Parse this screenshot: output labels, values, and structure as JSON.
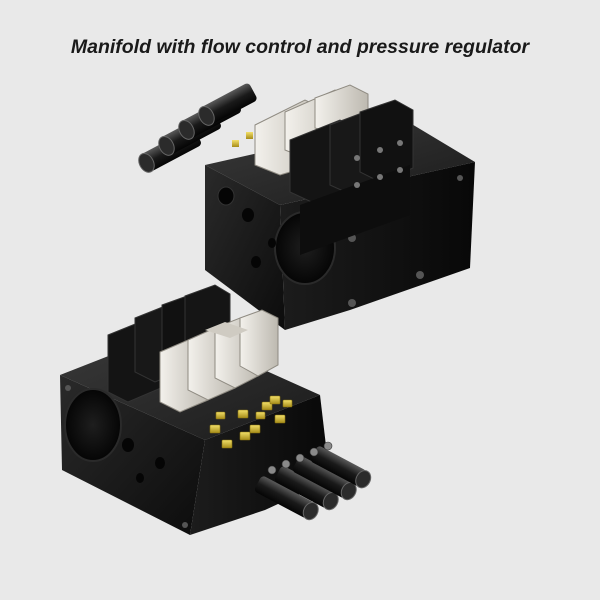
{
  "title": "Manifold with flow control and pressure regulator",
  "colors": {
    "background": "#e9e9e9",
    "block": "#141414",
    "valve_body": "#1a1a1a",
    "regulator": "#e0ddd6",
    "fitting": "#d8c23a"
  },
  "renders": [
    {
      "name": "manifold-top-view",
      "description_icon": "manifold-assembly-icon"
    },
    {
      "name": "manifold-bottom-view",
      "description_icon": "manifold-assembly-icon"
    }
  ]
}
